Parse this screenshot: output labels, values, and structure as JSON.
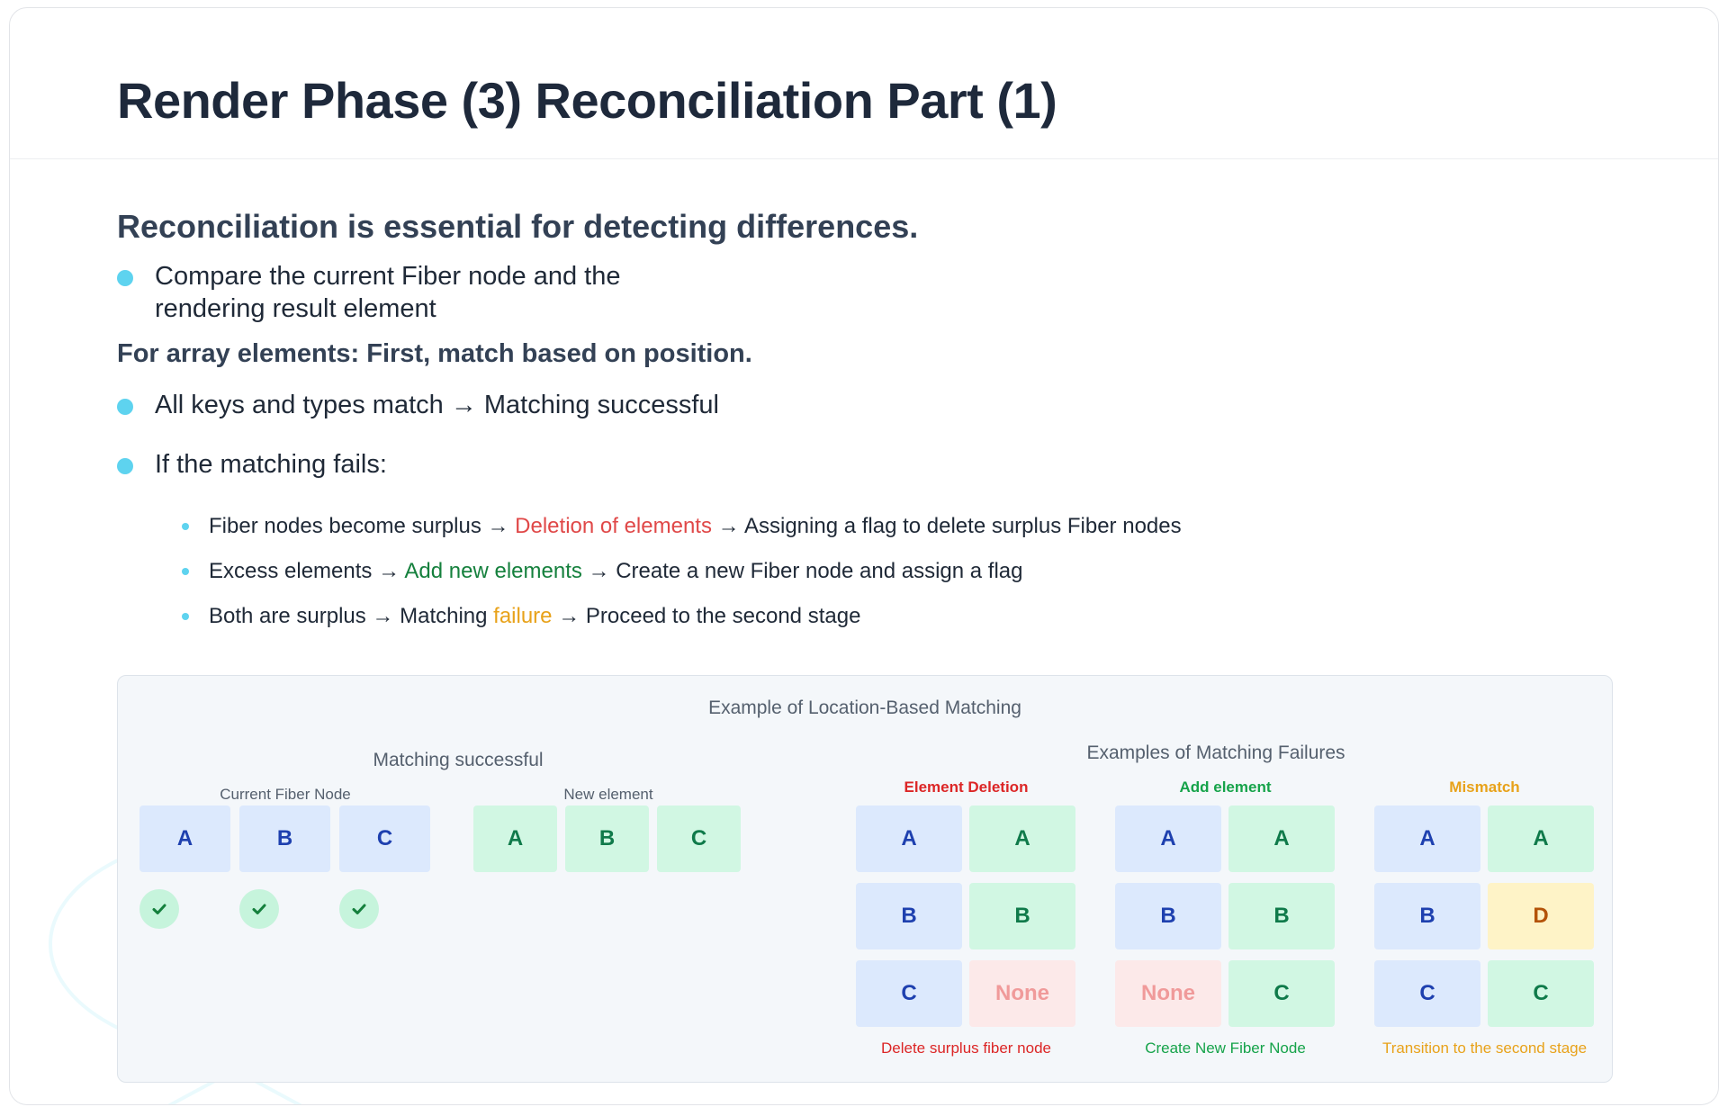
{
  "slide": {
    "title": "Render Phase (3) Reconciliation Part (1)"
  },
  "content": {
    "heading": "Reconciliation is essential for detecting differences.",
    "bullet1": "Compare the current Fiber node and the rendering result element",
    "subheading": "For array elements: First, match based on position.",
    "bullet2": "All keys and types match → Matching successful",
    "bullet3": "If the matching fails:",
    "subs": [
      {
        "pre": "Fiber nodes become surplus → ",
        "hl": "Deletion of elements",
        "post": " → Assigning a flag to delete surplus Fiber nodes"
      },
      {
        "pre": "Excess elements → ",
        "hl": "Add new elements",
        "post": " → Create a new Fiber node and assign a flag"
      },
      {
        "pre": "Both are surplus → Matching ",
        "hl": "failure",
        "post": " → Proceed to the second stage"
      }
    ]
  },
  "diagram": {
    "title": "Example of Location-Based Matching",
    "success": {
      "title": "Matching successful",
      "current_label": "Current Fiber Node",
      "new_label": "New element",
      "current": [
        "A",
        "B",
        "C"
      ],
      "new": [
        "A",
        "B",
        "C"
      ]
    },
    "failures": {
      "title": "Examples of Matching Failures",
      "groups": [
        {
          "label": "Element Deletion",
          "left": [
            "A",
            "B",
            "C"
          ],
          "right": [
            "A",
            "B",
            "None"
          ],
          "caption": "Delete surplus fiber node",
          "color": "#dc2626"
        },
        {
          "label": "Add element",
          "left": [
            "A",
            "B",
            "None"
          ],
          "right": [
            "A",
            "B",
            "C"
          ],
          "caption": "Create New Fiber Node",
          "color": "#16a34a"
        },
        {
          "label": "Mismatch",
          "left": [
            "A",
            "B",
            "C"
          ],
          "right": [
            "A",
            "D",
            "C"
          ],
          "caption": "Transition to the second stage",
          "color": "#e8a21a"
        }
      ]
    }
  },
  "colors": {
    "accent_dot": "#5ed3ef",
    "cell_blue": "#dce9fd",
    "cell_mint": "#d1f7e3",
    "cell_none": "#fce9e9",
    "cell_mismatch": "#fef3c7"
  }
}
